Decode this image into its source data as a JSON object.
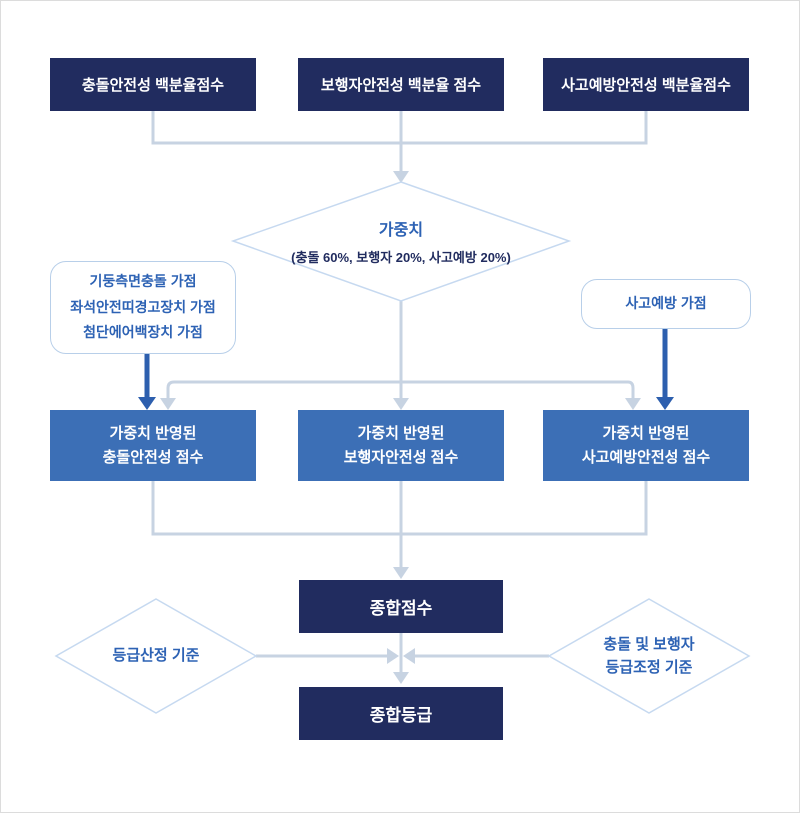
{
  "diagram": {
    "top_row": [
      {
        "label": "충돌안전성 백분율점수"
      },
      {
        "label": "보행자안전성 백분율 점수"
      },
      {
        "label": "사고예방안전성 백분율점수"
      }
    ],
    "weight_diamond": {
      "title": "가중치",
      "subtitle": "(충돌 60%, 보행자 20%, 사고예방 20%)"
    },
    "crash_bonus_note": {
      "lines": [
        "기둥측면충돌 가점",
        "좌석안전띠경고장치 가점",
        "첨단에어백장치 가점"
      ]
    },
    "prevention_bonus_note": {
      "label": "사고예방 가점"
    },
    "weighted_row": [
      {
        "lines": [
          "가중치 반영된",
          "충돌안전성 점수"
        ]
      },
      {
        "lines": [
          "가중치 반영된",
          "보행자안전성 점수"
        ]
      },
      {
        "lines": [
          "가중치 반영된",
          "사고예방안전성 점수"
        ]
      }
    ],
    "total_score": {
      "label": "종합점수"
    },
    "grade_calc_criteria": {
      "label": "등급산정 기준"
    },
    "grade_adjust_criteria": {
      "lines": [
        "충돌 및 보행자",
        "등급조정 기준"
      ]
    },
    "total_grade": {
      "label": "종합등급"
    }
  },
  "colors": {
    "navy": "#212c5f",
    "blue": "#3c6fb6",
    "accent_arrow": "#2d5fae",
    "connector": "#c7d3e2",
    "note_border": "#b8cfe9",
    "diamond_border": "#c6d9f0",
    "blue_text": "#2d62b4",
    "page_border": "#dcdcdc"
  }
}
